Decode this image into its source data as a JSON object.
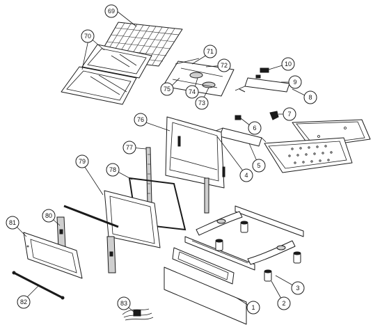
{
  "callouts": [
    {
      "id": "69"
    },
    {
      "id": "70"
    },
    {
      "id": "71"
    },
    {
      "id": "72"
    },
    {
      "id": "73"
    },
    {
      "id": "74"
    },
    {
      "id": "75"
    },
    {
      "id": "10"
    },
    {
      "id": "9"
    },
    {
      "id": "8"
    },
    {
      "id": "7"
    },
    {
      "id": "6"
    },
    {
      "id": "5"
    },
    {
      "id": "4"
    },
    {
      "id": "76"
    },
    {
      "id": "77"
    },
    {
      "id": "78"
    },
    {
      "id": "79"
    },
    {
      "id": "80"
    },
    {
      "id": "81"
    },
    {
      "id": "82"
    },
    {
      "id": "83"
    },
    {
      "id": "1"
    },
    {
      "id": "2"
    },
    {
      "id": "3"
    }
  ]
}
